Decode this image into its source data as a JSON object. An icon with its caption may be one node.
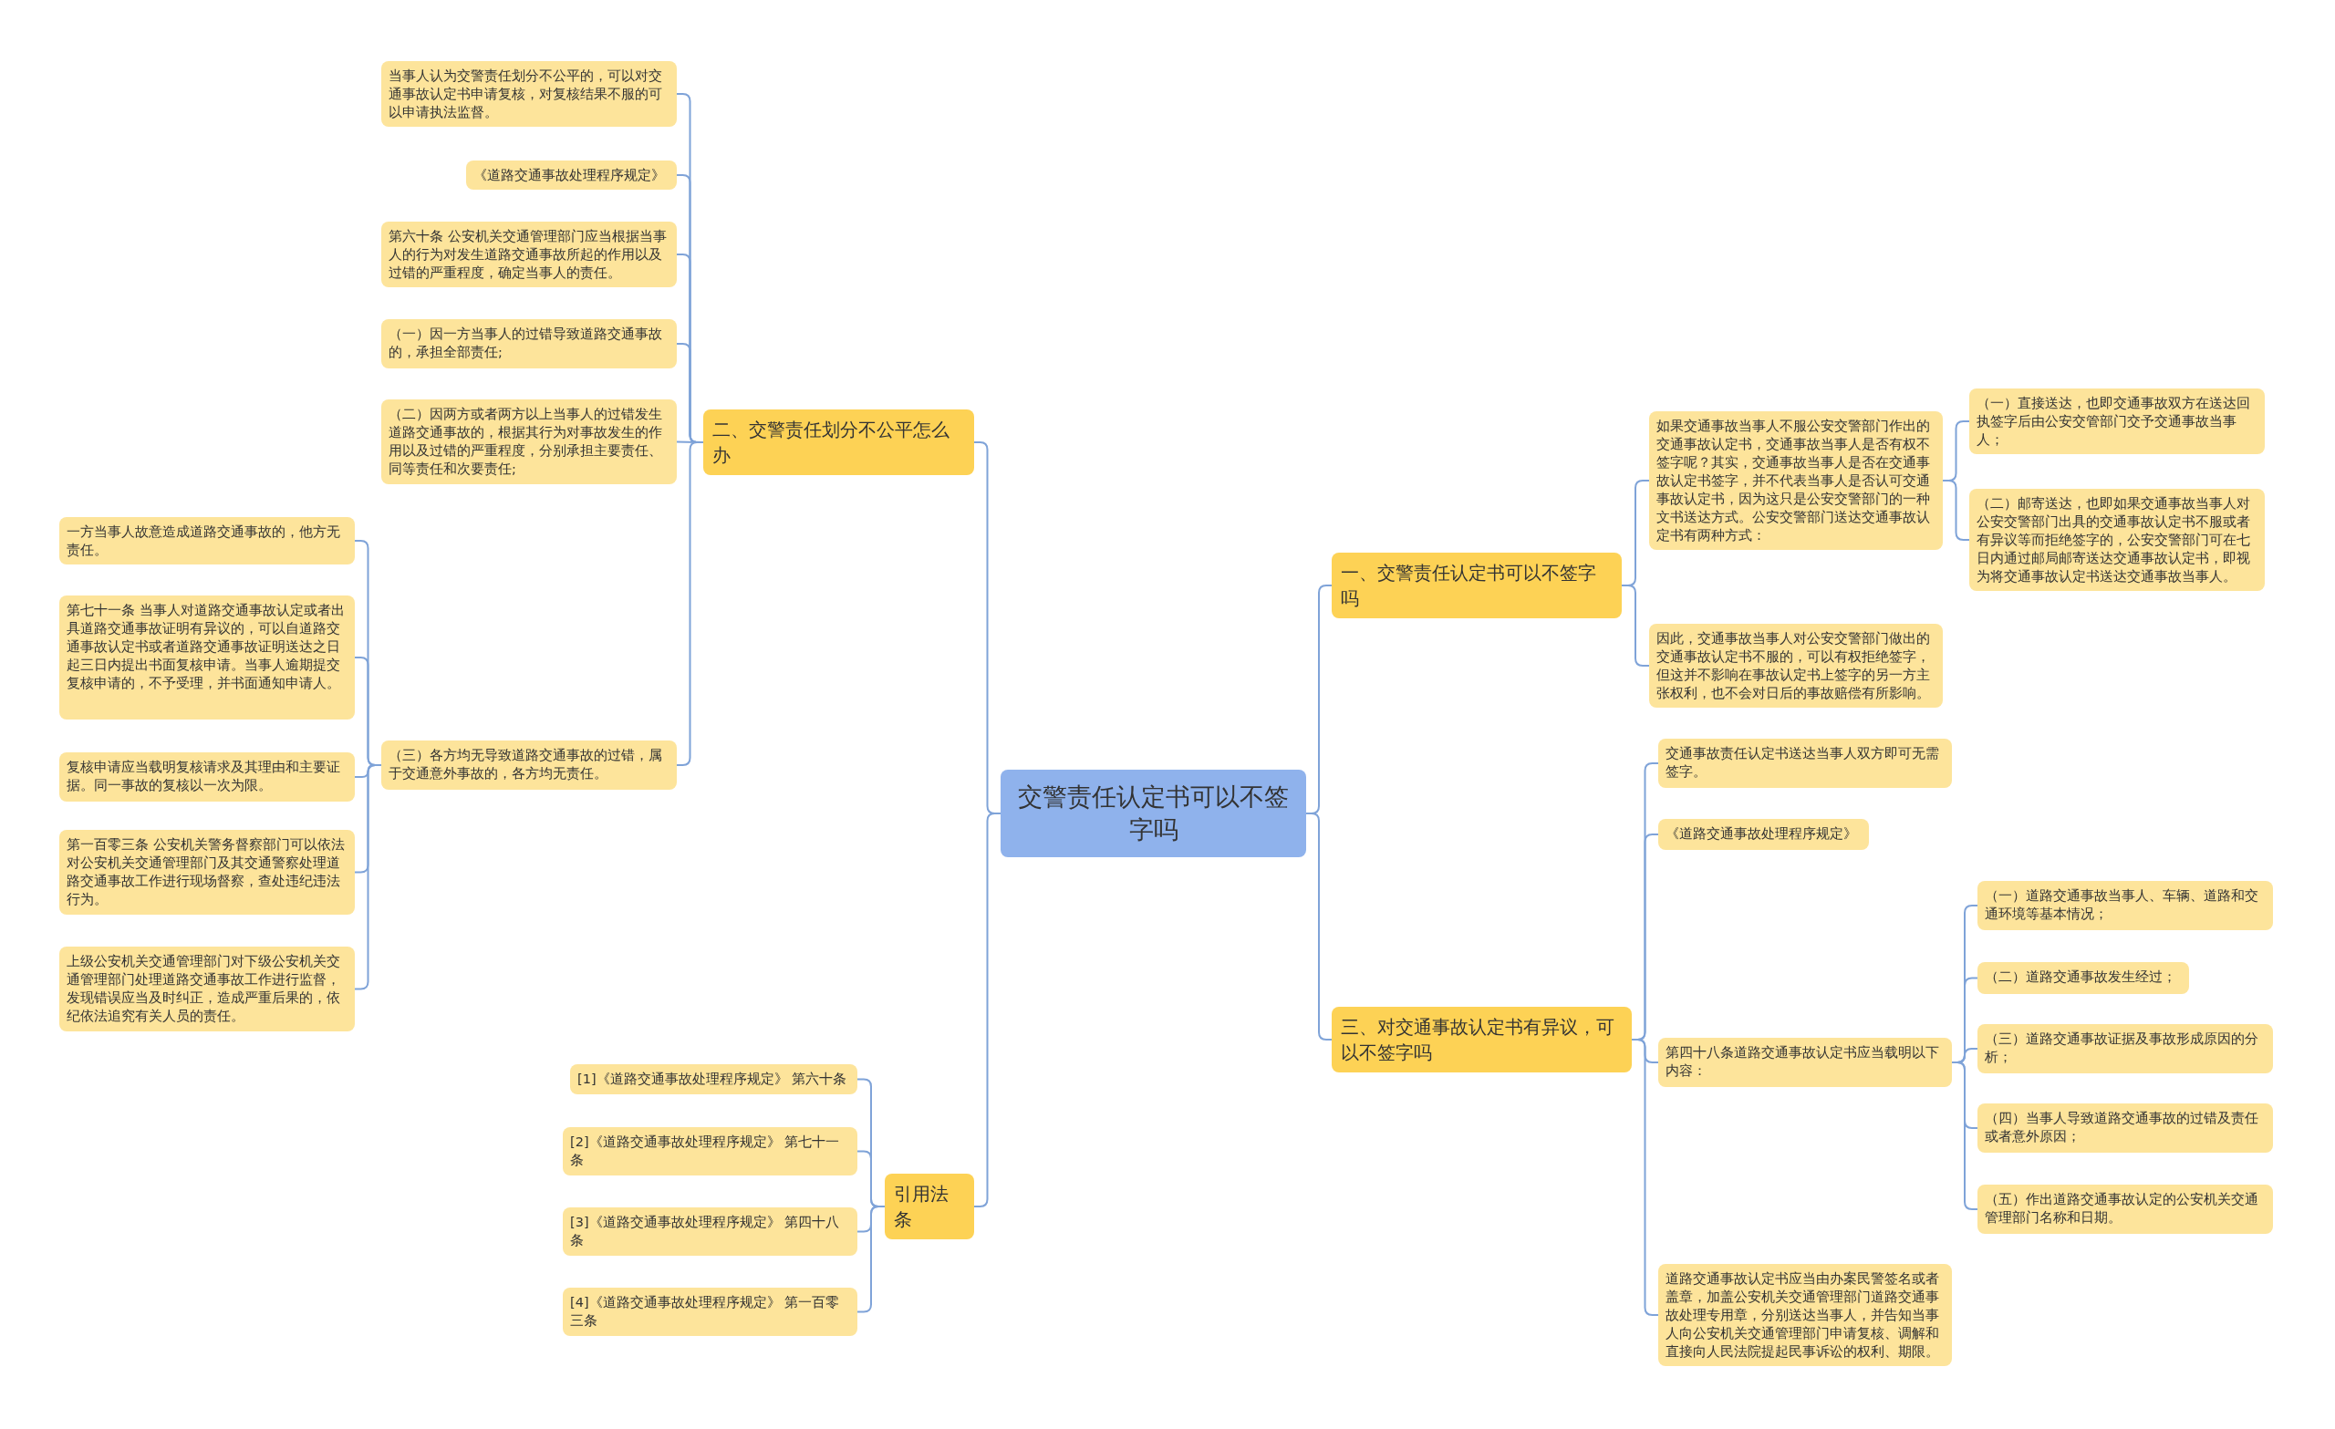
{
  "diagram": {
    "nodes": [
      {
        "text": [
          "交警责任认定书可以不签字吗"
        ]
      },
      {
        "text": [
          "二、交警责任划分不公平怎么办"
        ]
      },
      {
        "text": [
          "当事人认为交警责任划分不公平的，可以对交通事故认定书申请复核，对复核结果不服的可以申请执法监督。"
        ]
      },
      {
        "text": [
          "《道路交通事故处理程序规定》"
        ]
      },
      {
        "text": [
          "第六十条 公安机关交通管理部门应当根据当事人的行为对发生道路交通事故所起的作用以及过错的严重程度，确定当事人的责任。"
        ]
      },
      {
        "text": [
          "（一）因一方当事人的过错导致道路交通事故的，承担全部责任;"
        ]
      },
      {
        "text": [
          "（二）因两方或者两方以上当事人的过错发生道路交通事故的，根据其行为对事故发生的作用以及过错的严重程度，分别承担主要责任、同等责任和次要责任;"
        ]
      },
      {
        "text": [
          "（三）各方均无导致道路交通事故的过错，属于交通意外事故的，各方均无责任。"
        ]
      },
      {
        "text": [
          "一方当事人故意造成道路交通事故的，他方无责任。"
        ]
      },
      {
        "text": [
          "第七十一条 当事人对道路交通事故认定或者出具道路交通事故证明有异议的，可以自道路交通事故认定书或者道路交通事故证明送达之日起三日内提出书面复核申请。当事人逾期提交复核申请的，不予受理，并书面通知申请人。"
        ]
      },
      {
        "text": [
          "复核申请应当载明复核请求及其理由和主要证据。同一事故的复核以一次为限。"
        ]
      },
      {
        "text": [
          "第一百零三条 公安机关警务督察部门可以依法对公安机关交通管理部门及其交通警察处理道路交通事故工作进行现场督察，查处违纪违法行为。"
        ]
      },
      {
        "text": [
          "上级公安机关交通管理部门对下级公安机关交通管理部门处理道路交通事故工作进行监督，发现错误应当及时纠正，造成严重后果的，依纪依法追究有关人员的责任。"
        ]
      },
      {
        "text": [
          "引用法条"
        ]
      },
      {
        "text": [
          "[1]《道路交通事故处理程序规定》 第六十条"
        ]
      },
      {
        "text": [
          "[2]《道路交通事故处理程序规定》 第七十一条"
        ]
      },
      {
        "text": [
          "[3]《道路交通事故处理程序规定》 第四十八条"
        ]
      },
      {
        "text": [
          "[4]《道路交通事故处理程序规定》 第一百零三条"
        ]
      },
      {
        "text": [
          "一、交警责任认定书可以不签字吗"
        ]
      },
      {
        "text": [
          "如果交通事故当事人不服公安交警部门作出的交通事故认定书，交通事故当事人是否有权不签字呢？其实，交通事故当事人是否在交通事故认定书签字，并不代表当事人是否认可交通事故认定书，因为这只是公安交警部门的一种文书送达方式。公安交警部门送达交通事故认定书有两种方式："
        ]
      },
      {
        "text": [
          "（一）直接送达，也即交通事故双方在送达回执签字后由公安交管部门交予交通事故当事人；"
        ]
      },
      {
        "text": [
          "（二）邮寄送达，也即如果交通事故当事人对公安交警部门出具的交通事故认定书不服或者有异议等而拒绝签字的，公安交警部门可在七日内通过邮局邮寄送达交通事故认定书，即视为将交通事故认定书送达交通事故当事人。"
        ]
      },
      {
        "text": [
          "因此，交通事故当事人对公安交警部门做出的交通事故认定书不服的，可以有权拒绝签字，但这并不影响在事故认定书上签字的另一方主张权利，也不会对日后的事故赔偿有所影响。"
        ]
      },
      {
        "text": [
          "三、对交通事故认定书有异议，可以不签字吗"
        ]
      },
      {
        "text": [
          "交通事故责任认定书送达当事人双方即可无需签字。"
        ]
      },
      {
        "text": [
          "《道路交通事故处理程序规定》"
        ]
      },
      {
        "text": [
          "第四十八条道路交通事故认定书应当载明以下内容："
        ]
      },
      {
        "text": [
          "（一）道路交通事故当事人、车辆、道路和交通环境等基本情况；"
        ]
      },
      {
        "text": [
          "（二）道路交通事故发生经过；"
        ]
      },
      {
        "text": [
          "（三）道路交通事故证据及事故形成原因的分析；"
        ]
      },
      {
        "text": [
          "（四）当事人导致道路交通事故的过错及责任或者意外原因；"
        ]
      },
      {
        "text": [
          "（五）作出道路交通事故认定的公安机关交通管理部门名称和日期。"
        ]
      },
      {
        "text": [
          "道路交通事故认定书应当由办案民警签名或者盖章，加盖公安机关交通管理部门道路交通事故处理专用章，分别送达当事人，并告知当事人向公安机关交通管理部门申请复核、调解和直接向人民法院提起民事诉讼的权利、期限。"
        ]
      }
    ],
    "edges": [
      {
        "from": 0,
        "to": 1,
        "arrow": "none"
      },
      {
        "from": 1,
        "to": 2,
        "arrow": "none"
      },
      {
        "from": 1,
        "to": 3,
        "arrow": "none"
      },
      {
        "from": 1,
        "to": 4,
        "arrow": "none"
      },
      {
        "from": 1,
        "to": 5,
        "arrow": "none"
      },
      {
        "from": 1,
        "to": 6,
        "arrow": "none"
      },
      {
        "from": 1,
        "to": 7,
        "arrow": "none"
      },
      {
        "from": 7,
        "to": 8,
        "arrow": "none"
      },
      {
        "from": 7,
        "to": 9,
        "arrow": "none"
      },
      {
        "from": 7,
        "to": 10,
        "arrow": "none"
      },
      {
        "from": 7,
        "to": 11,
        "arrow": "none"
      },
      {
        "from": 7,
        "to": 12,
        "arrow": "none"
      },
      {
        "from": 0,
        "to": 13,
        "arrow": "none"
      },
      {
        "from": 13,
        "to": 14,
        "arrow": "none"
      },
      {
        "from": 13,
        "to": 15,
        "arrow": "none"
      },
      {
        "from": 13,
        "to": 16,
        "arrow": "none"
      },
      {
        "from": 13,
        "to": 17,
        "arrow": "none"
      },
      {
        "from": 0,
        "to": 18,
        "arrow": "none"
      },
      {
        "from": 18,
        "to": 19,
        "arrow": "none"
      },
      {
        "from": 19,
        "to": 20,
        "arrow": "none"
      },
      {
        "from": 19,
        "to": 21,
        "arrow": "none"
      },
      {
        "from": 18,
        "to": 22,
        "arrow": "none"
      },
      {
        "from": 0,
        "to": 23,
        "arrow": "none"
      },
      {
        "from": 23,
        "to": 24,
        "arrow": "none"
      },
      {
        "from": 23,
        "to": 25,
        "arrow": "none"
      },
      {
        "from": 23,
        "to": 26,
        "arrow": "none"
      },
      {
        "from": 26,
        "to": 27,
        "arrow": "none"
      },
      {
        "from": 26,
        "to": 28,
        "arrow": "none"
      },
      {
        "from": 26,
        "to": 29,
        "arrow": "none"
      },
      {
        "from": 26,
        "to": 30,
        "arrow": "none"
      },
      {
        "from": 26,
        "to": 31,
        "arrow": "none"
      },
      {
        "from": 23,
        "to": 32,
        "arrow": "none"
      }
    ]
  }
}
